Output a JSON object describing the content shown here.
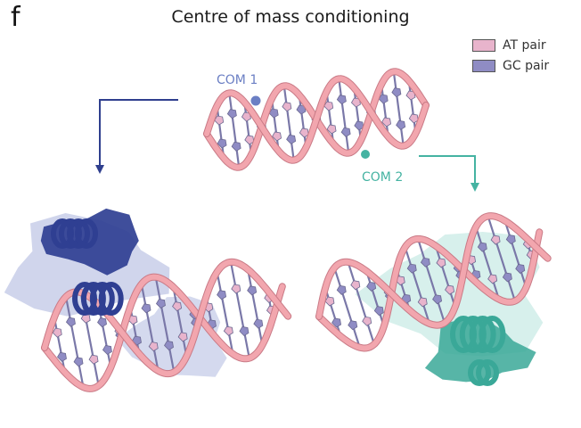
{
  "panel_letter": "f",
  "title": "Centre of mass conditioning",
  "legend": {
    "at": {
      "label": "AT pair",
      "color": "#e8b4cc"
    },
    "gc": {
      "label": "GC pair",
      "color": "#8f8cc4"
    }
  },
  "com1": {
    "label": "COM 1",
    "color": "#6b7fc4"
  },
  "com2": {
    "label": "COM 2",
    "color": "#45b3a2"
  },
  "colors": {
    "backbone": "#f2a6ae",
    "backbone_dark": "#c97a86",
    "protein_blue": "#2f3f92",
    "protein_blue_light": "#a9b3dd",
    "protein_teal": "#3aa898",
    "protein_teal_light": "#b6e3dc",
    "arrow_blue": "#2f3f8e",
    "arrow_teal": "#45b3a2"
  }
}
